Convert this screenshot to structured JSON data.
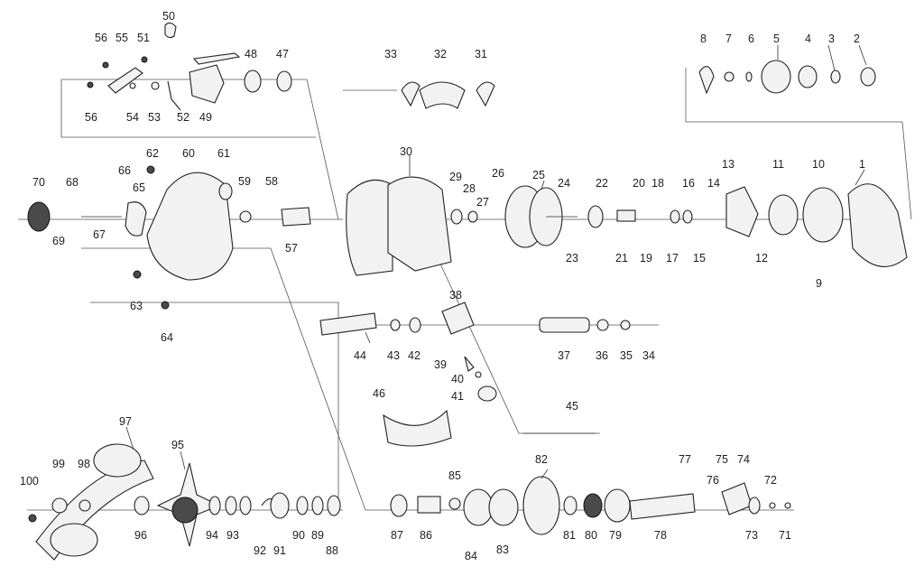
{
  "labels": [
    "1",
    "2",
    "3",
    "4",
    "5",
    "6",
    "7",
    "8",
    "9",
    "10",
    "11",
    "12",
    "13",
    "14",
    "15",
    "16",
    "17",
    "18",
    "19",
    "20",
    "21",
    "22",
    "23",
    "24",
    "25",
    "26",
    "27",
    "28",
    "29",
    "30",
    "31",
    "32",
    "33",
    "34",
    "35",
    "36",
    "37",
    "38",
    "39",
    "40",
    "41",
    "42",
    "43",
    "44",
    "45",
    "46",
    "47",
    "48",
    "49",
    "50",
    "51",
    "52",
    "53",
    "54",
    "55",
    "56",
    "56",
    "57",
    "58",
    "59",
    "60",
    "61",
    "62",
    "63",
    "64",
    "65",
    "66",
    "67",
    "68",
    "69",
    "70",
    "71",
    "72",
    "73",
    "74",
    "75",
    "76",
    "77",
    "78",
    "79",
    "80",
    "81",
    "82",
    "83",
    "84",
    "85",
    "86",
    "87",
    "88",
    "89",
    "90",
    "91",
    "92",
    "93",
    "94",
    "95",
    "96",
    "97",
    "98",
    "99",
    "100"
  ]
}
